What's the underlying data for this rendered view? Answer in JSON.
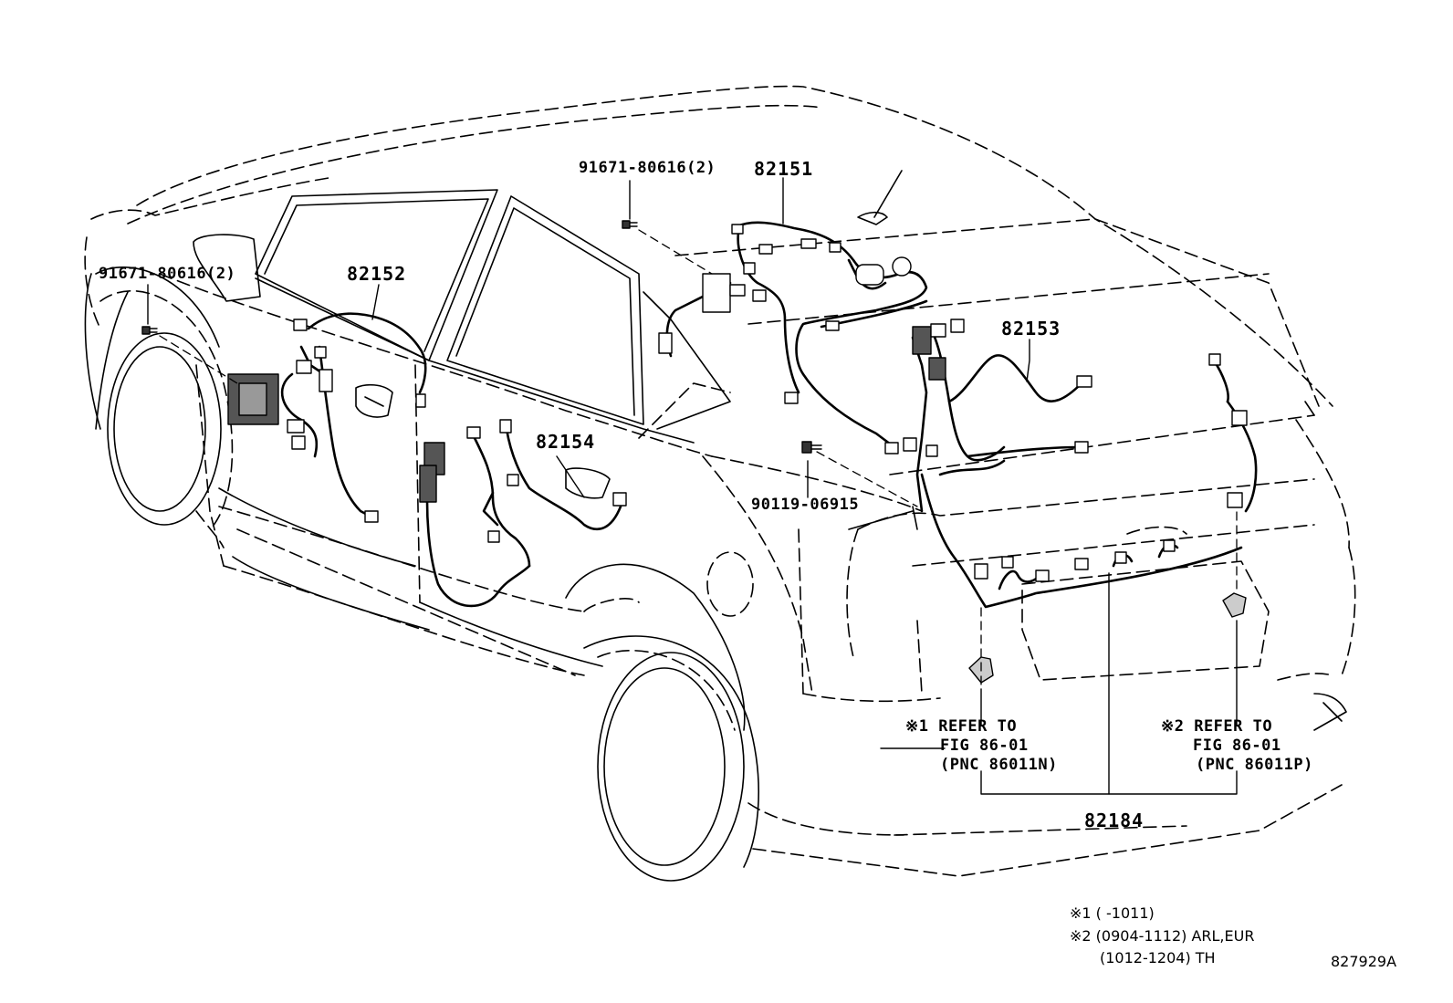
{
  "parts": {
    "p82151": "82151",
    "p82152": "82152",
    "p82153": "82153",
    "p82154": "82154",
    "p82184": "82184",
    "bolt_top": "91671-80616(2)",
    "bolt_left": "91671-80616(2)",
    "bolt_rear": "90119-06915"
  },
  "refs": {
    "ref1": {
      "line1": "※1 REFER TO",
      "line2": "FIG 86-01",
      "line3": "(PNC 86011N)"
    },
    "ref2": {
      "line1": "※2 REFER TO",
      "line2": "FIG 86-01",
      "line3": "(PNC 86011P)"
    }
  },
  "notes": {
    "n1": "※1 (      -1011)",
    "n2": "※2 (0904-1112) ARL,EUR",
    "n3": "(1012-1204) TH"
  },
  "figure_id": "827929A"
}
